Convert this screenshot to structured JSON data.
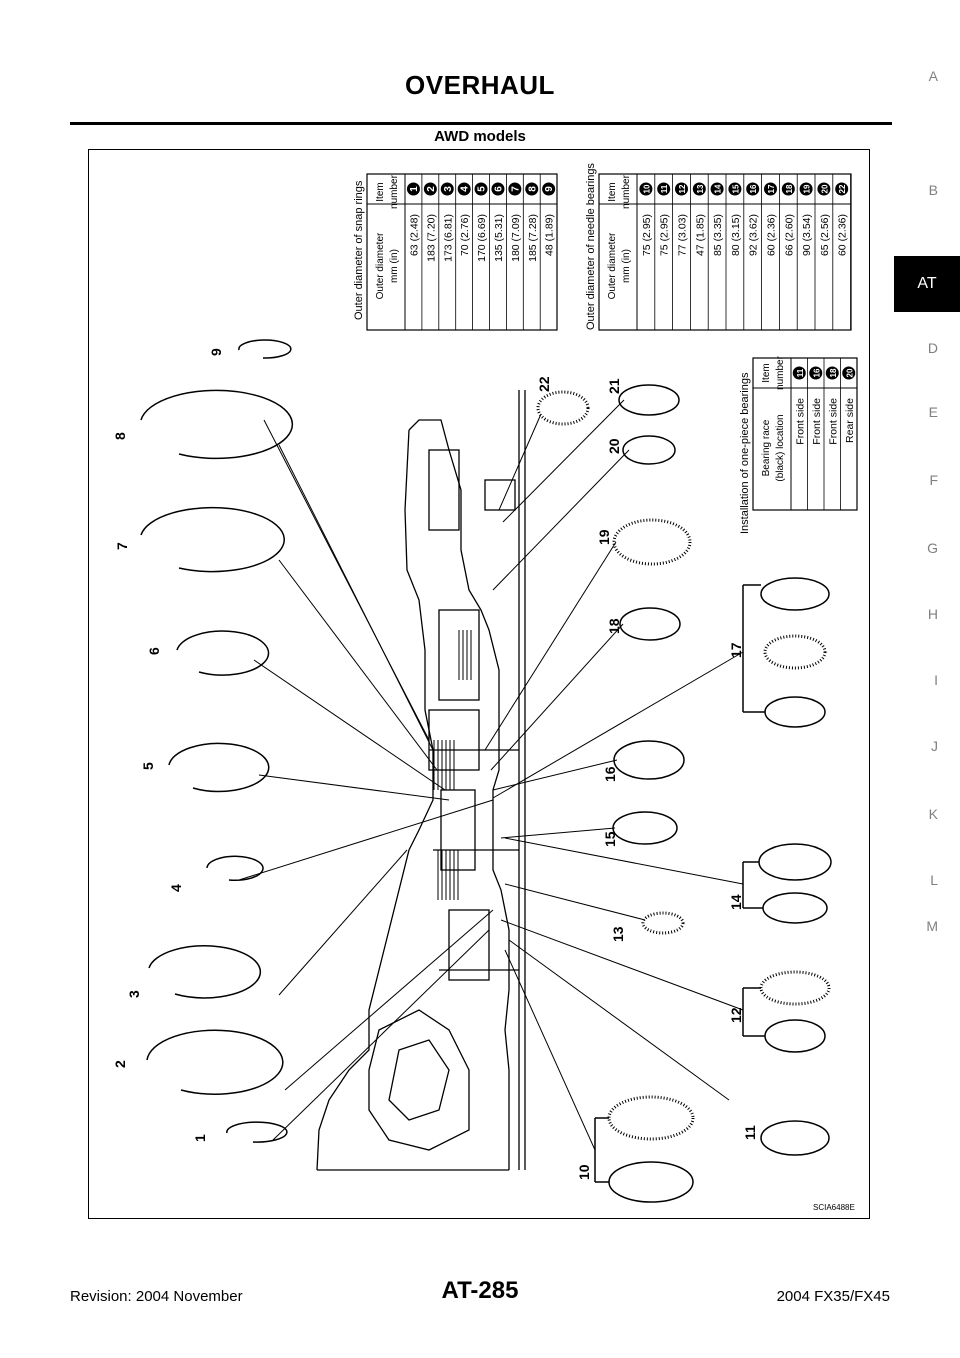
{
  "header": {
    "title": "OVERHAUL"
  },
  "figure": {
    "subtitle": "AWD models",
    "code": "SCIA6488E",
    "snap_rings": {
      "title": "Outer diameter of snap rings",
      "col_item": [
        "Item",
        "number"
      ],
      "col_value": [
        "Outer diameter",
        "mm (in)"
      ],
      "rows": [
        {
          "item": "1",
          "value": "63 (2.48)"
        },
        {
          "item": "2",
          "value": "183 (7.20)"
        },
        {
          "item": "3",
          "value": "173 (6.81)"
        },
        {
          "item": "4",
          "value": "70 (2.76)"
        },
        {
          "item": "5",
          "value": "170 (6.69)"
        },
        {
          "item": "6",
          "value": "135 (5.31)"
        },
        {
          "item": "7",
          "value": "180 (7.09)"
        },
        {
          "item": "8",
          "value": "185 (7.28)"
        },
        {
          "item": "9",
          "value": "48 (1.89)"
        }
      ]
    },
    "needle_bearings": {
      "title": "Outer diameter of needle bearings",
      "col_item": [
        "Item",
        "number"
      ],
      "col_value": [
        "Outer diameter",
        "mm (in)"
      ],
      "rows": [
        {
          "item": "10",
          "value": "75 (2.95)"
        },
        {
          "item": "11",
          "value": "75 (2.95)"
        },
        {
          "item": "12",
          "value": "77 (3.03)"
        },
        {
          "item": "13",
          "value": "47 (1.85)"
        },
        {
          "item": "14",
          "value": "85 (3.35)"
        },
        {
          "item": "15",
          "value": "80 (3.15)"
        },
        {
          "item": "16",
          "value": "92 (3.62)"
        },
        {
          "item": "17",
          "value": "60 (2.36)"
        },
        {
          "item": "18",
          "value": "66 (2.60)"
        },
        {
          "item": "19",
          "value": "90 (3.54)"
        },
        {
          "item": "20",
          "value": "65 (2.56)"
        },
        {
          "item": "22",
          "value": "60 (2.36)"
        }
      ]
    },
    "one_piece": {
      "title": "Installation of one-piece bearings",
      "col_item": [
        "Item",
        "number"
      ],
      "col_value": [
        "Bearing race",
        "(black) location"
      ],
      "rows": [
        {
          "item": "11",
          "value": "Front side"
        },
        {
          "item": "16",
          "value": "Front side"
        },
        {
          "item": "18",
          "value": "Front side"
        },
        {
          "item": "20",
          "value": "Rear side"
        }
      ]
    },
    "callouts": [
      "1",
      "2",
      "3",
      "4",
      "5",
      "6",
      "7",
      "8",
      "9",
      "10",
      "11",
      "12",
      "13",
      "14",
      "15",
      "16",
      "17",
      "18",
      "19",
      "20",
      "21",
      "22"
    ]
  },
  "side_index": {
    "letters": [
      "A",
      "B",
      "D",
      "E",
      "F",
      "G",
      "H",
      "I",
      "J",
      "K",
      "L",
      "M"
    ],
    "active": "AT"
  },
  "footer": {
    "revision": "Revision: 2004 November",
    "page": "AT-285",
    "model": "2004 FX35/FX45"
  }
}
